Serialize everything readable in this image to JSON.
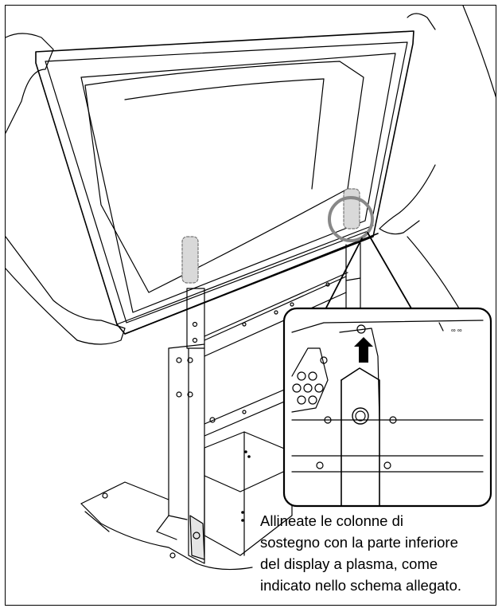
{
  "caption": {
    "lines": [
      "Allineate le colonne di",
      "sostegno con la parte inferiore",
      "del display a plasma, come",
      "indicato nello schema allegato."
    ]
  },
  "icons": {
    "main": "plasma-display-stand-assembly-illustration",
    "detail": "alignment-detail-inset",
    "arrow": "up-arrow-icon"
  }
}
